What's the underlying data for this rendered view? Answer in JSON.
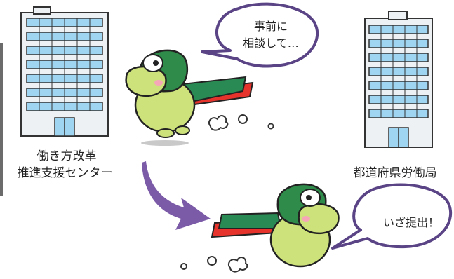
{
  "buildings": {
    "left_label_line1": "働き方改革",
    "left_label_line2": "推進支援センター",
    "right_label": "都道府県労働局"
  },
  "bubbles": {
    "top_line1": "事前に",
    "top_line2": "相談して…",
    "bottom": "いざ提出！"
  },
  "colors": {
    "bubble_border": "#5a4486",
    "arrow": "#7b5aa8",
    "building_wall": "#e9ecef",
    "building_window": "#9fd5f1",
    "dino_body": "#cde27a",
    "dino_hood": "#2f8b4a",
    "cape": "#2a8a53",
    "cape_inner": "#e6342c"
  }
}
